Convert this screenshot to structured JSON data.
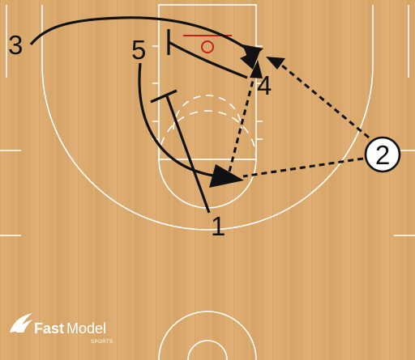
{
  "players": {
    "p1": "1",
    "p2": "2",
    "p3": "3",
    "p4": "4",
    "p5": "5"
  },
  "logo": {
    "brand_fast": "Fast",
    "brand_model": "Model",
    "brand_sub": "SPORTS"
  },
  "colors": {
    "floor": "#d9a76a",
    "court_lines": "#ffffff",
    "play_ink": "#111111",
    "rim": "#c02020"
  }
}
